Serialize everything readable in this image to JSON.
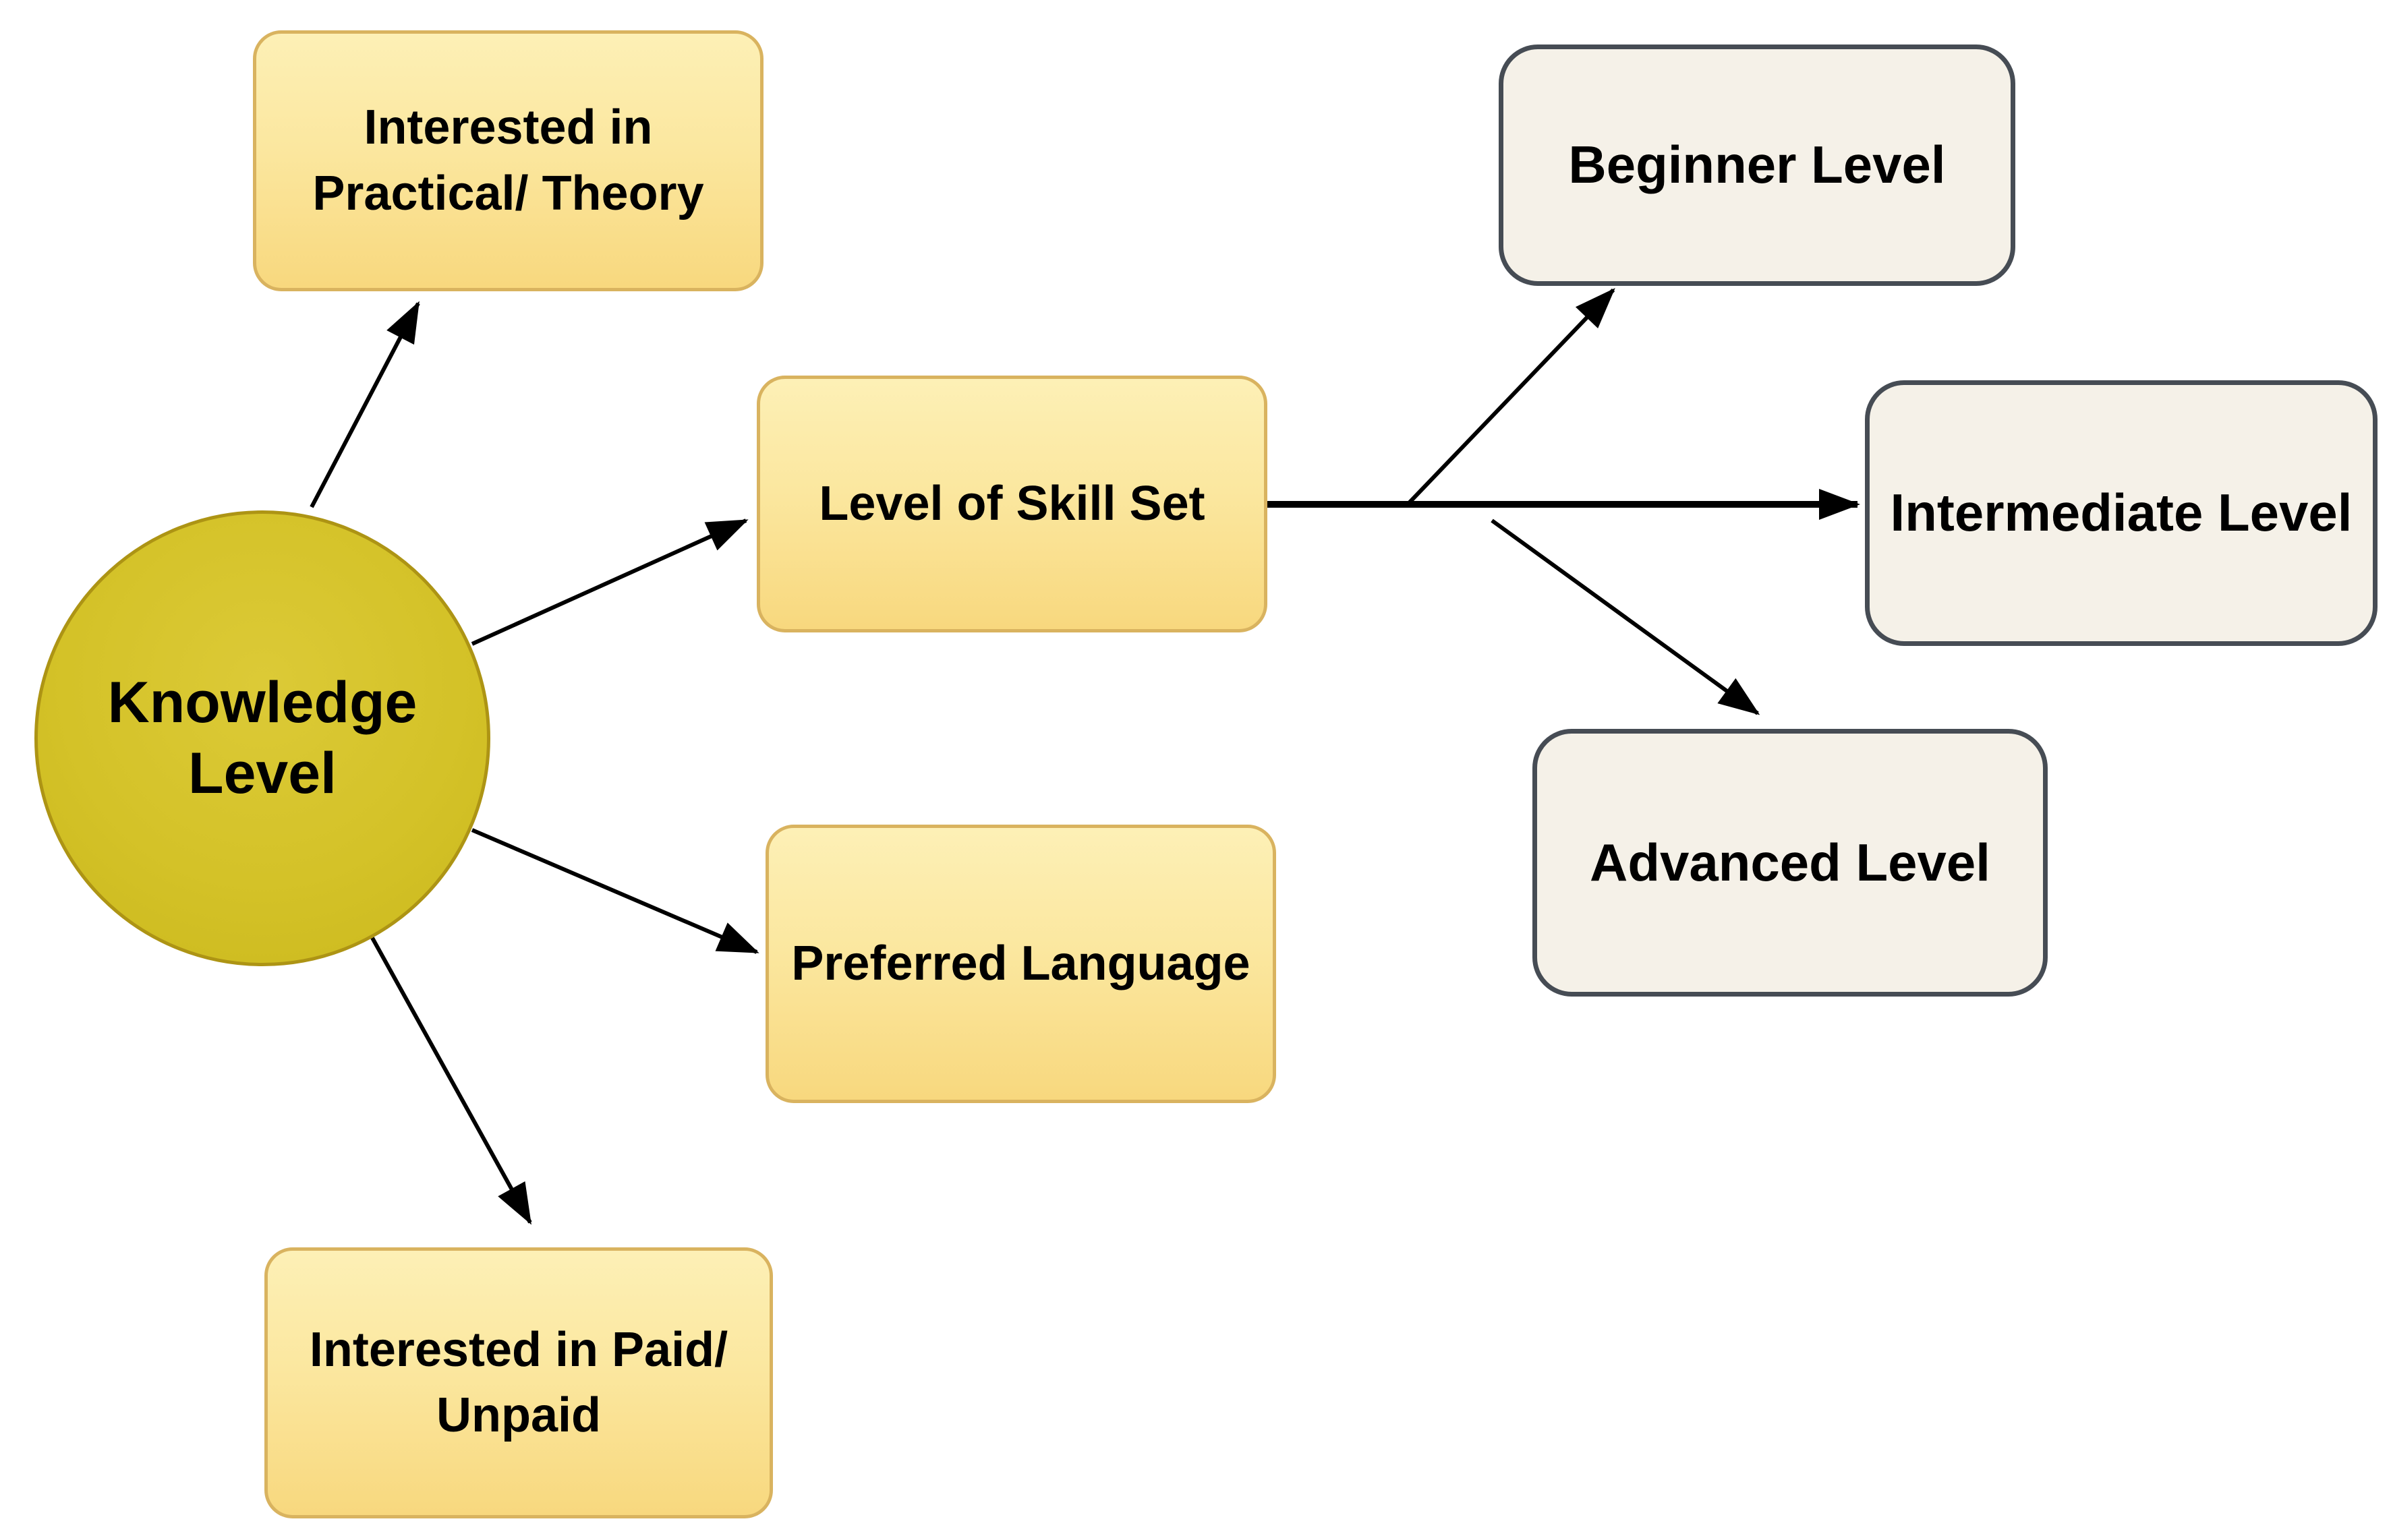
{
  "canvas": {
    "background": "#ffffff"
  },
  "palette": {
    "yellow_node_fill_top": "#fdf0b6",
    "yellow_node_fill_bottom": "#f8d87e",
    "yellow_node_border": "#d9b35f",
    "cream_node_fill": "#f5f1e8",
    "cream_node_border": "#464c54",
    "circle_fill": "#d4c228",
    "circle_border": "#ad9414",
    "edge_color": "#000000",
    "text_color": "#000000"
  },
  "nodes": {
    "knowledge": {
      "shape": "circle",
      "lines": [
        "Knowledge",
        "Level"
      ]
    },
    "practical": {
      "shape": "rounded-yellow",
      "lines": [
        "Interested in",
        "Practical/ Theory"
      ]
    },
    "skill": {
      "shape": "rounded-yellow",
      "lines": [
        "Level of Skill Set"
      ]
    },
    "language": {
      "shape": "rounded-yellow",
      "lines": [
        "Preferred Language"
      ]
    },
    "paid": {
      "shape": "rounded-yellow",
      "lines": [
        "Interested in Paid/",
        "Unpaid"
      ]
    },
    "beginner": {
      "shape": "rounded-cream",
      "lines": [
        "Beginner Level"
      ]
    },
    "intermediate": {
      "shape": "rounded-cream",
      "lines": [
        "Intermediate Level"
      ]
    },
    "advanced": {
      "shape": "rounded-cream",
      "lines": [
        "Advanced Level"
      ]
    }
  },
  "edges": [
    {
      "from": "knowledge",
      "to": "practical"
    },
    {
      "from": "knowledge",
      "to": "skill"
    },
    {
      "from": "knowledge",
      "to": "language"
    },
    {
      "from": "knowledge",
      "to": "paid"
    },
    {
      "from": "skill",
      "to": "intermediate"
    },
    {
      "from": "skill",
      "to": "beginner"
    },
    {
      "from": "skill",
      "to": "advanced"
    }
  ]
}
